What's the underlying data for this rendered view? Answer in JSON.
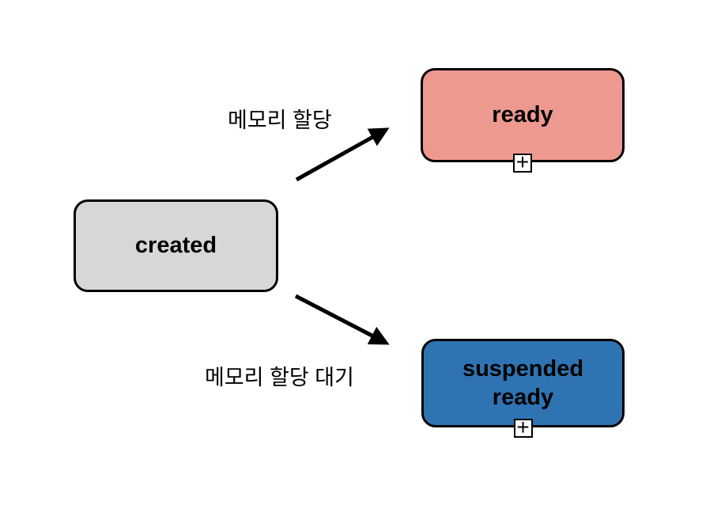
{
  "diagram": {
    "background_color": "#ffffff",
    "stroke_color": "#000000",
    "nodes": {
      "created": {
        "label": "created",
        "fill": "#d7d7d7",
        "text_color": "#000000"
      },
      "ready": {
        "label": "ready",
        "fill": "#ee998f",
        "text_color": "#000000",
        "expand_icon": "+"
      },
      "suspended_ready": {
        "label": "suspended\nready",
        "fill": "#2f74b2",
        "text_color": "#000000",
        "expand_icon": "+"
      }
    },
    "edges": [
      {
        "from": "created",
        "to": "ready",
        "label": "메모리 할당"
      },
      {
        "from": "created",
        "to": "suspended_ready",
        "label": "메모리 할당 대기"
      }
    ]
  }
}
